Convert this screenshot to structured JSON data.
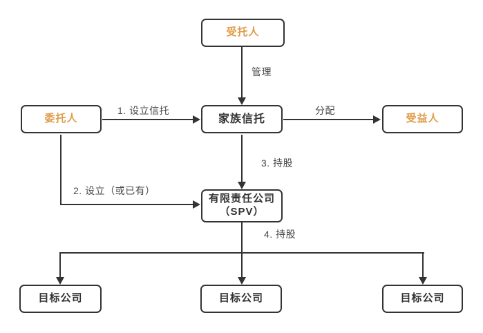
{
  "diagram": {
    "title": "family-trust-structure-flowchart",
    "colors": {
      "role_text": "#E09C4A",
      "entity_text": "#333333",
      "line": "#333333",
      "background": "#ffffff"
    },
    "nodes": {
      "trustee": {
        "label": "受托人",
        "style": "orange"
      },
      "settlor": {
        "label": "委托人",
        "style": "orange"
      },
      "family_trust": {
        "label": "家族信托",
        "style": "dark"
      },
      "beneficiary": {
        "label": "受益人",
        "style": "orange"
      },
      "spv": {
        "label_line1": "有限责任公司",
        "label_line2": "（SPV）",
        "style": "dark"
      },
      "target_company_1": {
        "label": "目标公司",
        "style": "dark"
      },
      "target_company_2": {
        "label": "目标公司",
        "style": "dark"
      },
      "target_company_3": {
        "label": "目标公司",
        "style": "dark"
      }
    },
    "edges": {
      "manage": {
        "label": "管理",
        "from": "受托人",
        "to": "家族信托"
      },
      "establish_trust": {
        "label": "1. 设立信托",
        "from": "委托人",
        "to": "家族信托"
      },
      "distribute": {
        "label": "分配",
        "from": "家族信托",
        "to": "受益人"
      },
      "hold_shares_trust_to_spv": {
        "label": "3. 持股",
        "from": "家族信托",
        "to": "有限责任公司（SPV）"
      },
      "establish_or_existing": {
        "label": "2. 设立（或已有）",
        "from": "委托人",
        "to": "有限责任公司（SPV）"
      },
      "hold_shares_spv_to_targets": {
        "label": "4. 持股",
        "from": "有限责任公司（SPV）",
        "to": "目标公司"
      }
    }
  }
}
